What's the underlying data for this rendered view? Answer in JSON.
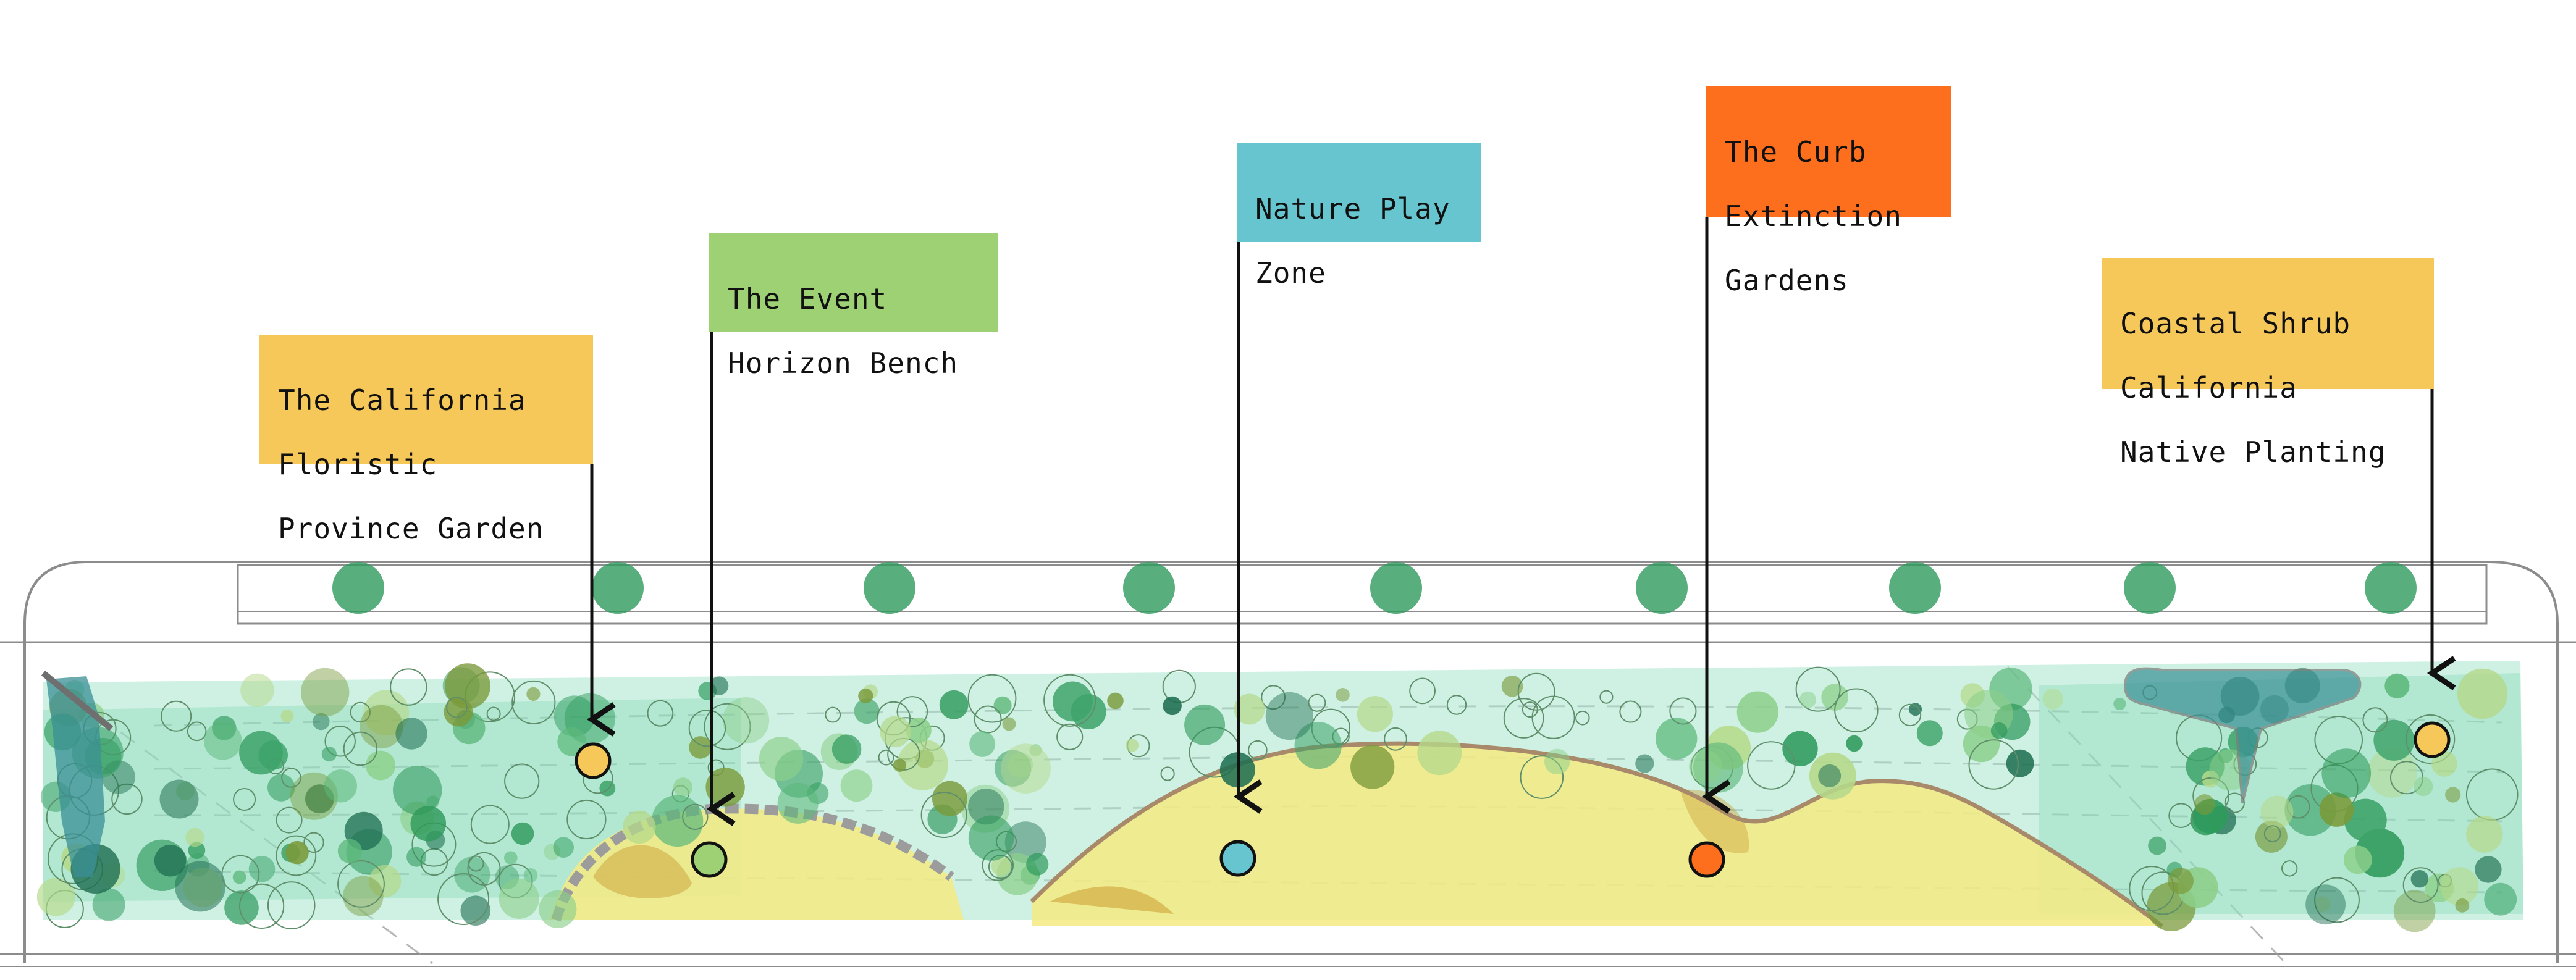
{
  "diagram": {
    "colors": {
      "yellow": "#f6c85a",
      "green": "#9dd174",
      "teal": "#66c5cf",
      "orange": "#fd6f1d",
      "meadow": "#f3ef9c",
      "planting": "#9fe3c8",
      "tree": "#2f9a5c",
      "tree_dark": "#1f6e52",
      "outline": "#8a8a8a"
    },
    "callouts": [
      {
        "id": "california-floristic",
        "lines": [
          "The California",
          "Floristic",
          "Province Garden"
        ],
        "color": "#f6c85a"
      },
      {
        "id": "event-horizon",
        "lines": [
          "The Event",
          "Horizon Bench"
        ],
        "color": "#9dd174"
      },
      {
        "id": "nature-play",
        "lines": [
          "Nature Play",
          "Zone"
        ],
        "color": "#66c5cf"
      },
      {
        "id": "curb-extinction",
        "lines": [
          "The Curb",
          "Extinction",
          "Gardens"
        ],
        "color": "#fd6f1d"
      },
      {
        "id": "coastal-shrub",
        "lines": [
          "Coastal Shrub",
          "California",
          "Native Planting"
        ],
        "color": "#f6c85a"
      }
    ]
  }
}
